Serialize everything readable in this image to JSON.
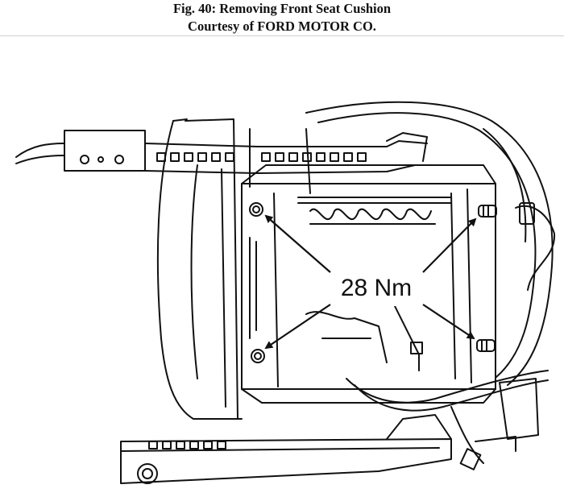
{
  "caption": {
    "title": "Fig. 40: Removing Front Seat Cushion",
    "credit": "Courtesy of FORD MOTOR CO."
  },
  "diagram": {
    "torque_label": "28 Nm",
    "colors": {
      "ink": "#111111",
      "rule": "#cfcfcf",
      "background": "#ffffff"
    }
  }
}
